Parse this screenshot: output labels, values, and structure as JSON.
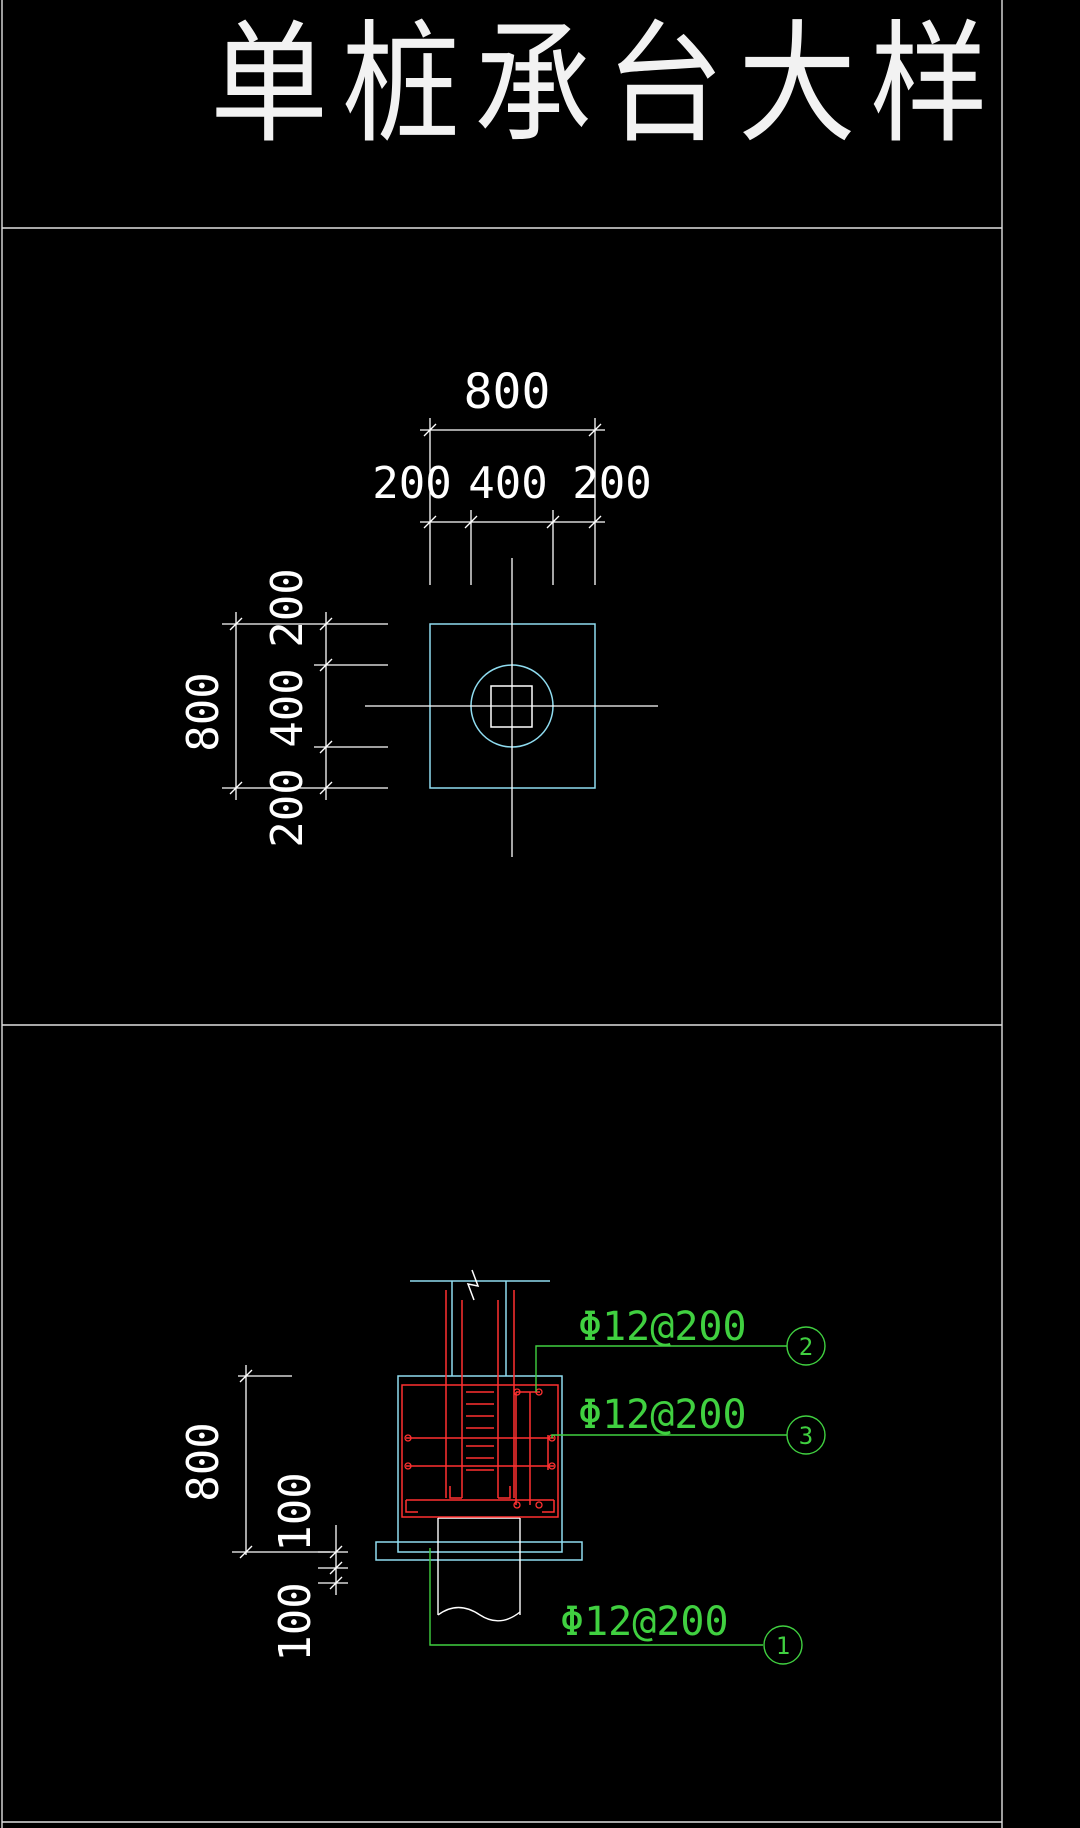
{
  "drawing": {
    "title": "单桩承台大样",
    "colors": {
      "background": "#000000",
      "frame": "#e0e0e0",
      "dimension": "#ffffff",
      "outline": "#8fdcf0",
      "rebar": "#ff3030",
      "leader": "#40d040"
    },
    "plan_view": {
      "top_total": "800",
      "top_left": "200",
      "top_mid": "400",
      "top_right": "200",
      "side_total": "800",
      "side_top": "200",
      "side_mid": "400",
      "side_bottom": "200"
    },
    "section_view": {
      "height_total": "800",
      "height_cover": "100",
      "height_pad": "100",
      "rebar_label_2": "Φ12@200",
      "rebar_label_3": "Φ12@200",
      "rebar_label_1": "Φ12@200",
      "marker_2": "2",
      "marker_3": "3",
      "marker_1": "1"
    }
  }
}
